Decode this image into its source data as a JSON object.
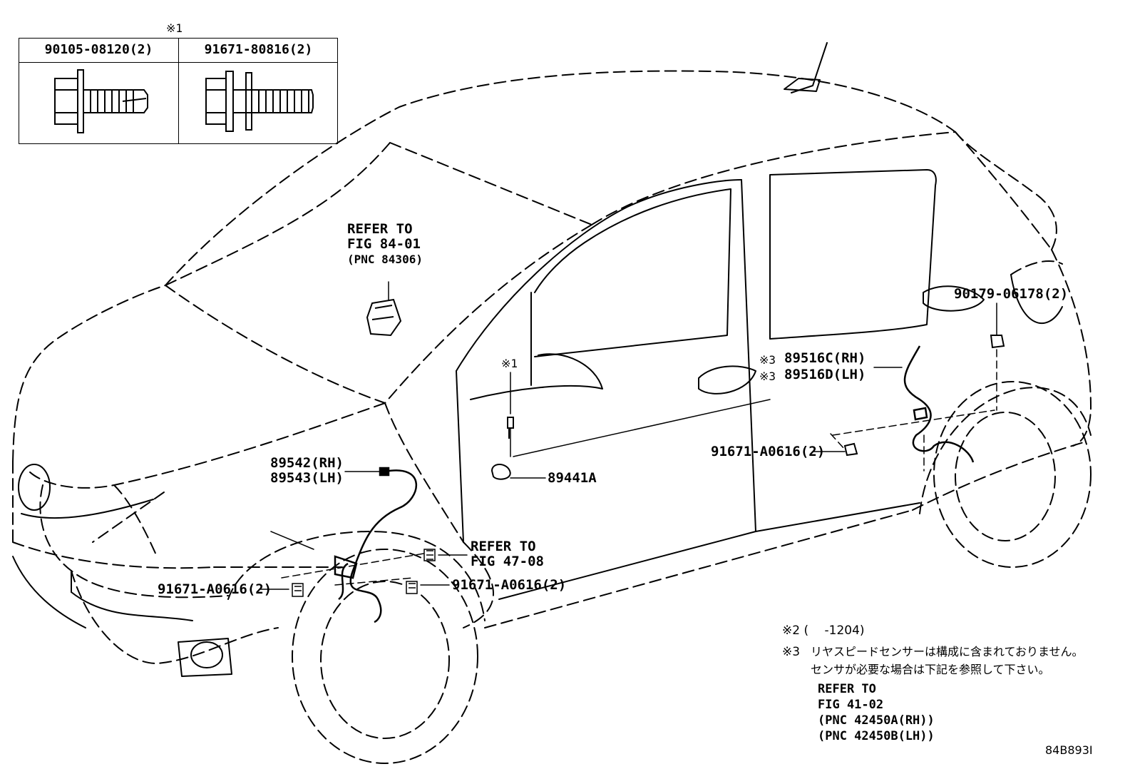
{
  "table": {
    "note_mark": "※1",
    "parts": [
      "90105-08120(2)",
      "91671-80816(2)"
    ]
  },
  "labels": {
    "refer_84_01": [
      "REFER TO",
      "FIG 84-01",
      "(PNC 84306)"
    ],
    "refer_47_08": [
      "REFER TO",
      "FIG 47-08"
    ],
    "note1_mark": "※1",
    "part_89542_89543": [
      "89542(RH)",
      "89543(LH)"
    ],
    "part_89441a": "89441A",
    "part_91671_front_left": "91671-A0616(2)",
    "part_91671_front_right": "91671-A0616(2)",
    "part_91671_rear": "91671-A0616(2)",
    "part_90179": "90179-06178(2)",
    "rear_sensor_rh_mark": "※3",
    "rear_sensor_rh": "89516C(RH)",
    "rear_sensor_lh_mark": "※3",
    "rear_sensor_lh": "89516D(LH)"
  },
  "notes": {
    "note2": "※2 (　 -1204)",
    "note3_mark": "※3",
    "note3_line1": "リヤスピードセンサーは構成に含まれておりません。",
    "note3_line2": "センサが必要な場合は下記を参照して下さい。",
    "refer_41_02": [
      "REFER TO",
      "FIG 41-02",
      "(PNC 42450A(RH))",
      "(PNC 42450B(LH))"
    ]
  },
  "diagram_code": "84B893I",
  "icons": [
    "bolt-icon",
    "flange-bolt-icon",
    "yaw-sensor-icon",
    "abs-sensor-icon",
    "clip-icon",
    "nut-icon"
  ]
}
